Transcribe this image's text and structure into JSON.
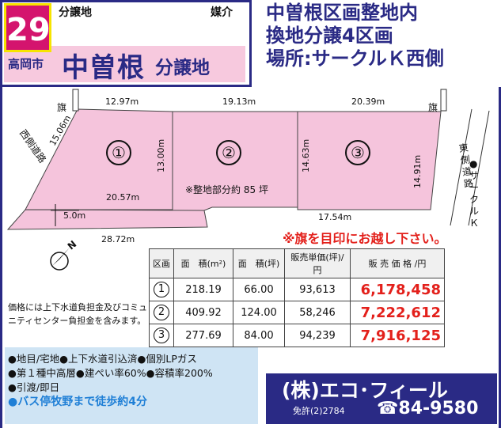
{
  "header": {
    "lot_number": "29",
    "type_label": "分譲地",
    "broker_label": "媒介",
    "city": "高岡市",
    "area_name": "中曽根",
    "area_suffix": "分譲地",
    "headline_lines": [
      "中曽根区画整地内",
      "換地分譲4区画",
      "場所:サークルＫ西側"
    ]
  },
  "plan": {
    "flag_label": "旗",
    "west_road": "西側道路",
    "east_road": "東側道路",
    "circle_k": "●サークルＫ",
    "north": "N",
    "note_area": "※整地部分約 85 坪",
    "dims": {
      "top1": "12.97m",
      "top2": "19.13m",
      "top3": "20.39m",
      "left": "15.06m",
      "mid1": "13.00m",
      "mid_bottom1": "20.57m",
      "mid3": "14.63m",
      "right": "14.91m",
      "step": "5.0m",
      "bottom3": "17.54m",
      "bottom": "28.72m"
    },
    "lots": [
      "①",
      "②",
      "③"
    ],
    "notice": "※旗を目印にお越し下さい。"
  },
  "table": {
    "headers": [
      "区画",
      "面　積(m²)",
      "面　積(坪)",
      "販売単価(坪)/円",
      "販 売 価 格 /円"
    ],
    "rows": [
      {
        "lot": "1",
        "area_m2": "218.19",
        "area_tsubo": "66.00",
        "unit_price": "93,613",
        "price": "6,178,458"
      },
      {
        "lot": "2",
        "area_m2": "409.92",
        "area_tsubo": "124.00",
        "unit_price": "58,246",
        "price": "7,222,612"
      },
      {
        "lot": "3",
        "area_m2": "277.69",
        "area_tsubo": "84.00",
        "unit_price": "94,239",
        "price": "7,916,125"
      }
    ],
    "note": "価格には上下水道負担金及びコミュニティセンター負担金を含みます。"
  },
  "specs": {
    "line1": "●地目/宅地●上下水道引込済●個別LPガス",
    "line2": "●第１種中高層●建ぺい率60%●容積率200%",
    "line3": "●引渡/即日",
    "bus": "●バス停牧野まで徒歩約4分"
  },
  "agent": {
    "name": "(株)エコ･フィール",
    "license": "免許(2)2784",
    "phone": "☎84-9580"
  },
  "colors": {
    "navy": "#2a2a85",
    "pink": "#f5c4dc",
    "magenta": "#d4146e",
    "red": "#e3201b",
    "light_blue": "#cfe4f4"
  }
}
